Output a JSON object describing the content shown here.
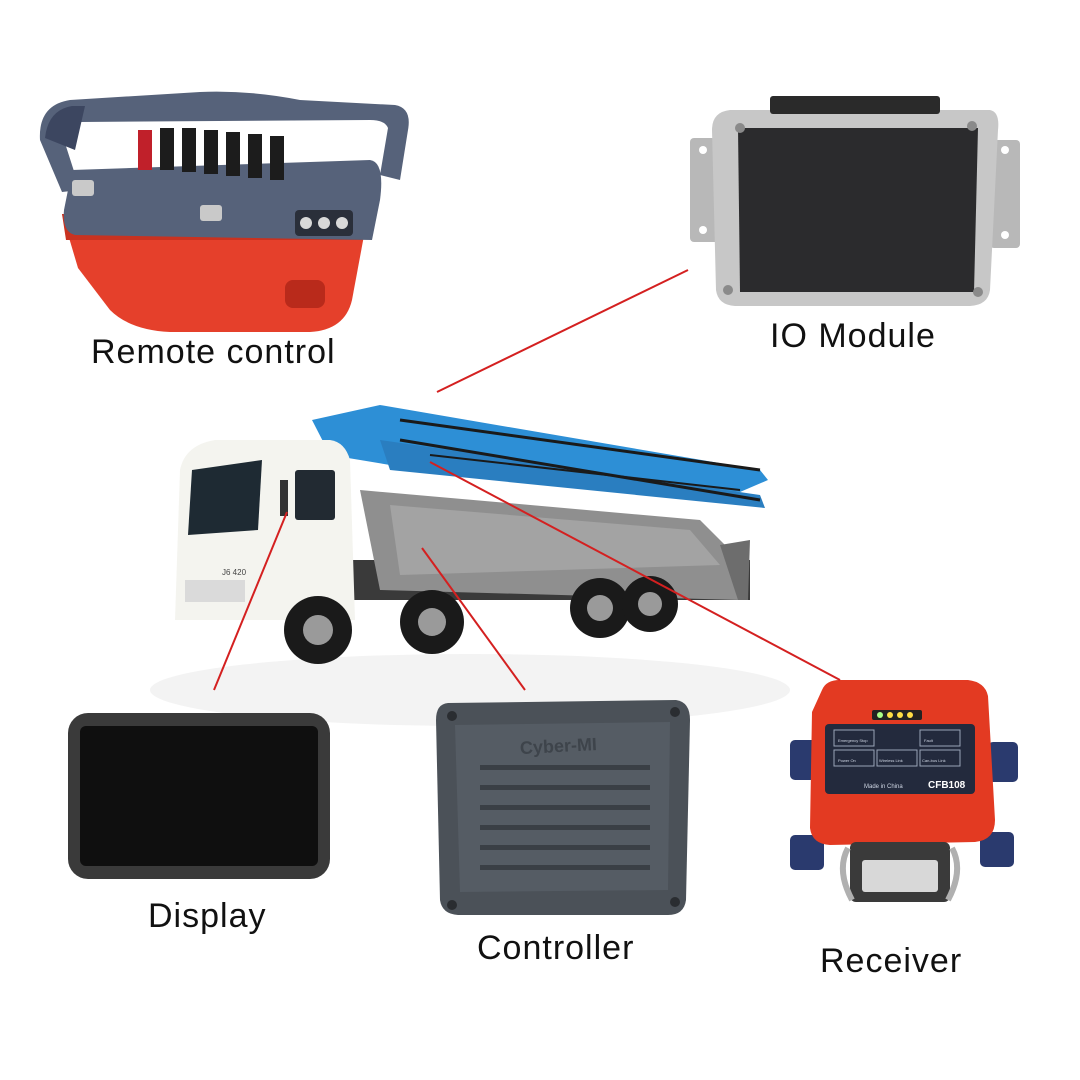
{
  "labels": {
    "remote_control": "Remote control",
    "io_module": "IO Module",
    "display": "Display",
    "controller": "Controller",
    "receiver": "Receiver"
  },
  "product_text": {
    "controller_brand": "Cyber-MI",
    "receiver_model": "CFB108",
    "receiver_made_in": "Made in China",
    "receiver_cells": [
      "Emergency Stop",
      "Fault",
      "Power On",
      "Wireless Link",
      "Can-bus Link"
    ],
    "truck_model": "J6 420"
  },
  "colors": {
    "connector_line": "#d42020",
    "remote_body": "#4a5a7a",
    "remote_base": "#e8402a",
    "boom_blue": "#2d8fd6",
    "receiver_red": "#e33a22"
  }
}
